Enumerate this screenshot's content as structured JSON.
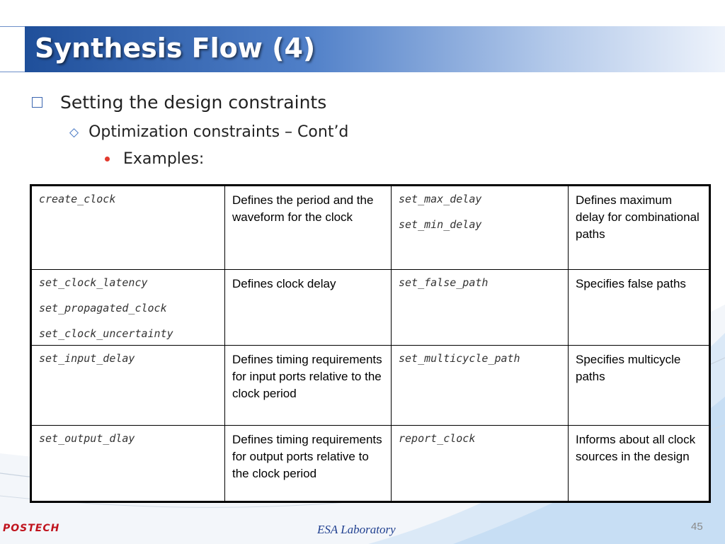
{
  "slide": {
    "title": "Synthesis Flow (4)",
    "bullets": {
      "level1": "Setting the design constraints",
      "level2": "Optimization constraints – Cont’d",
      "level3": "Examples:"
    },
    "table": {
      "rows": [
        {
          "left_commands": [
            "create_clock"
          ],
          "left_description": "Defines the period and the waveform for the clock",
          "right_commands": [
            "set_max_delay",
            "set_min_delay"
          ],
          "right_description": "Defines maximum delay for combinational paths"
        },
        {
          "left_commands": [
            "set_clock_latency",
            "set_propagated_clock",
            "set_clock_uncertainty"
          ],
          "left_description": "Defines clock delay",
          "right_commands": [
            "set_false_path"
          ],
          "right_description": "Specifies false paths"
        },
        {
          "left_commands": [
            "set_input_delay"
          ],
          "left_description": "Defines timing requirements for input ports relative to the clock period",
          "right_commands": [
            "set_multicycle_path"
          ],
          "right_description": "Specifies multicycle paths"
        },
        {
          "left_commands": [
            "set_output_dlay"
          ],
          "left_description": "Defines timing requirements for output ports relative to the clock period",
          "right_commands": [
            "report_clock"
          ],
          "right_description": "Informs about all clock sources in the design"
        }
      ]
    },
    "footer": {
      "logo_text": "POSTECH",
      "lab_name": "ESA Laboratory",
      "page_number": "45"
    },
    "colors": {
      "title_bar_dark": "#1f4f9a",
      "title_bar_light": "#eef3fb",
      "bullet_square": "#3b66b0",
      "bullet_diamond": "#3b6fc0",
      "bullet_dot": "#e23a2e",
      "logo_red": "#c0141e",
      "lab_text": "#1f3f8f"
    }
  }
}
